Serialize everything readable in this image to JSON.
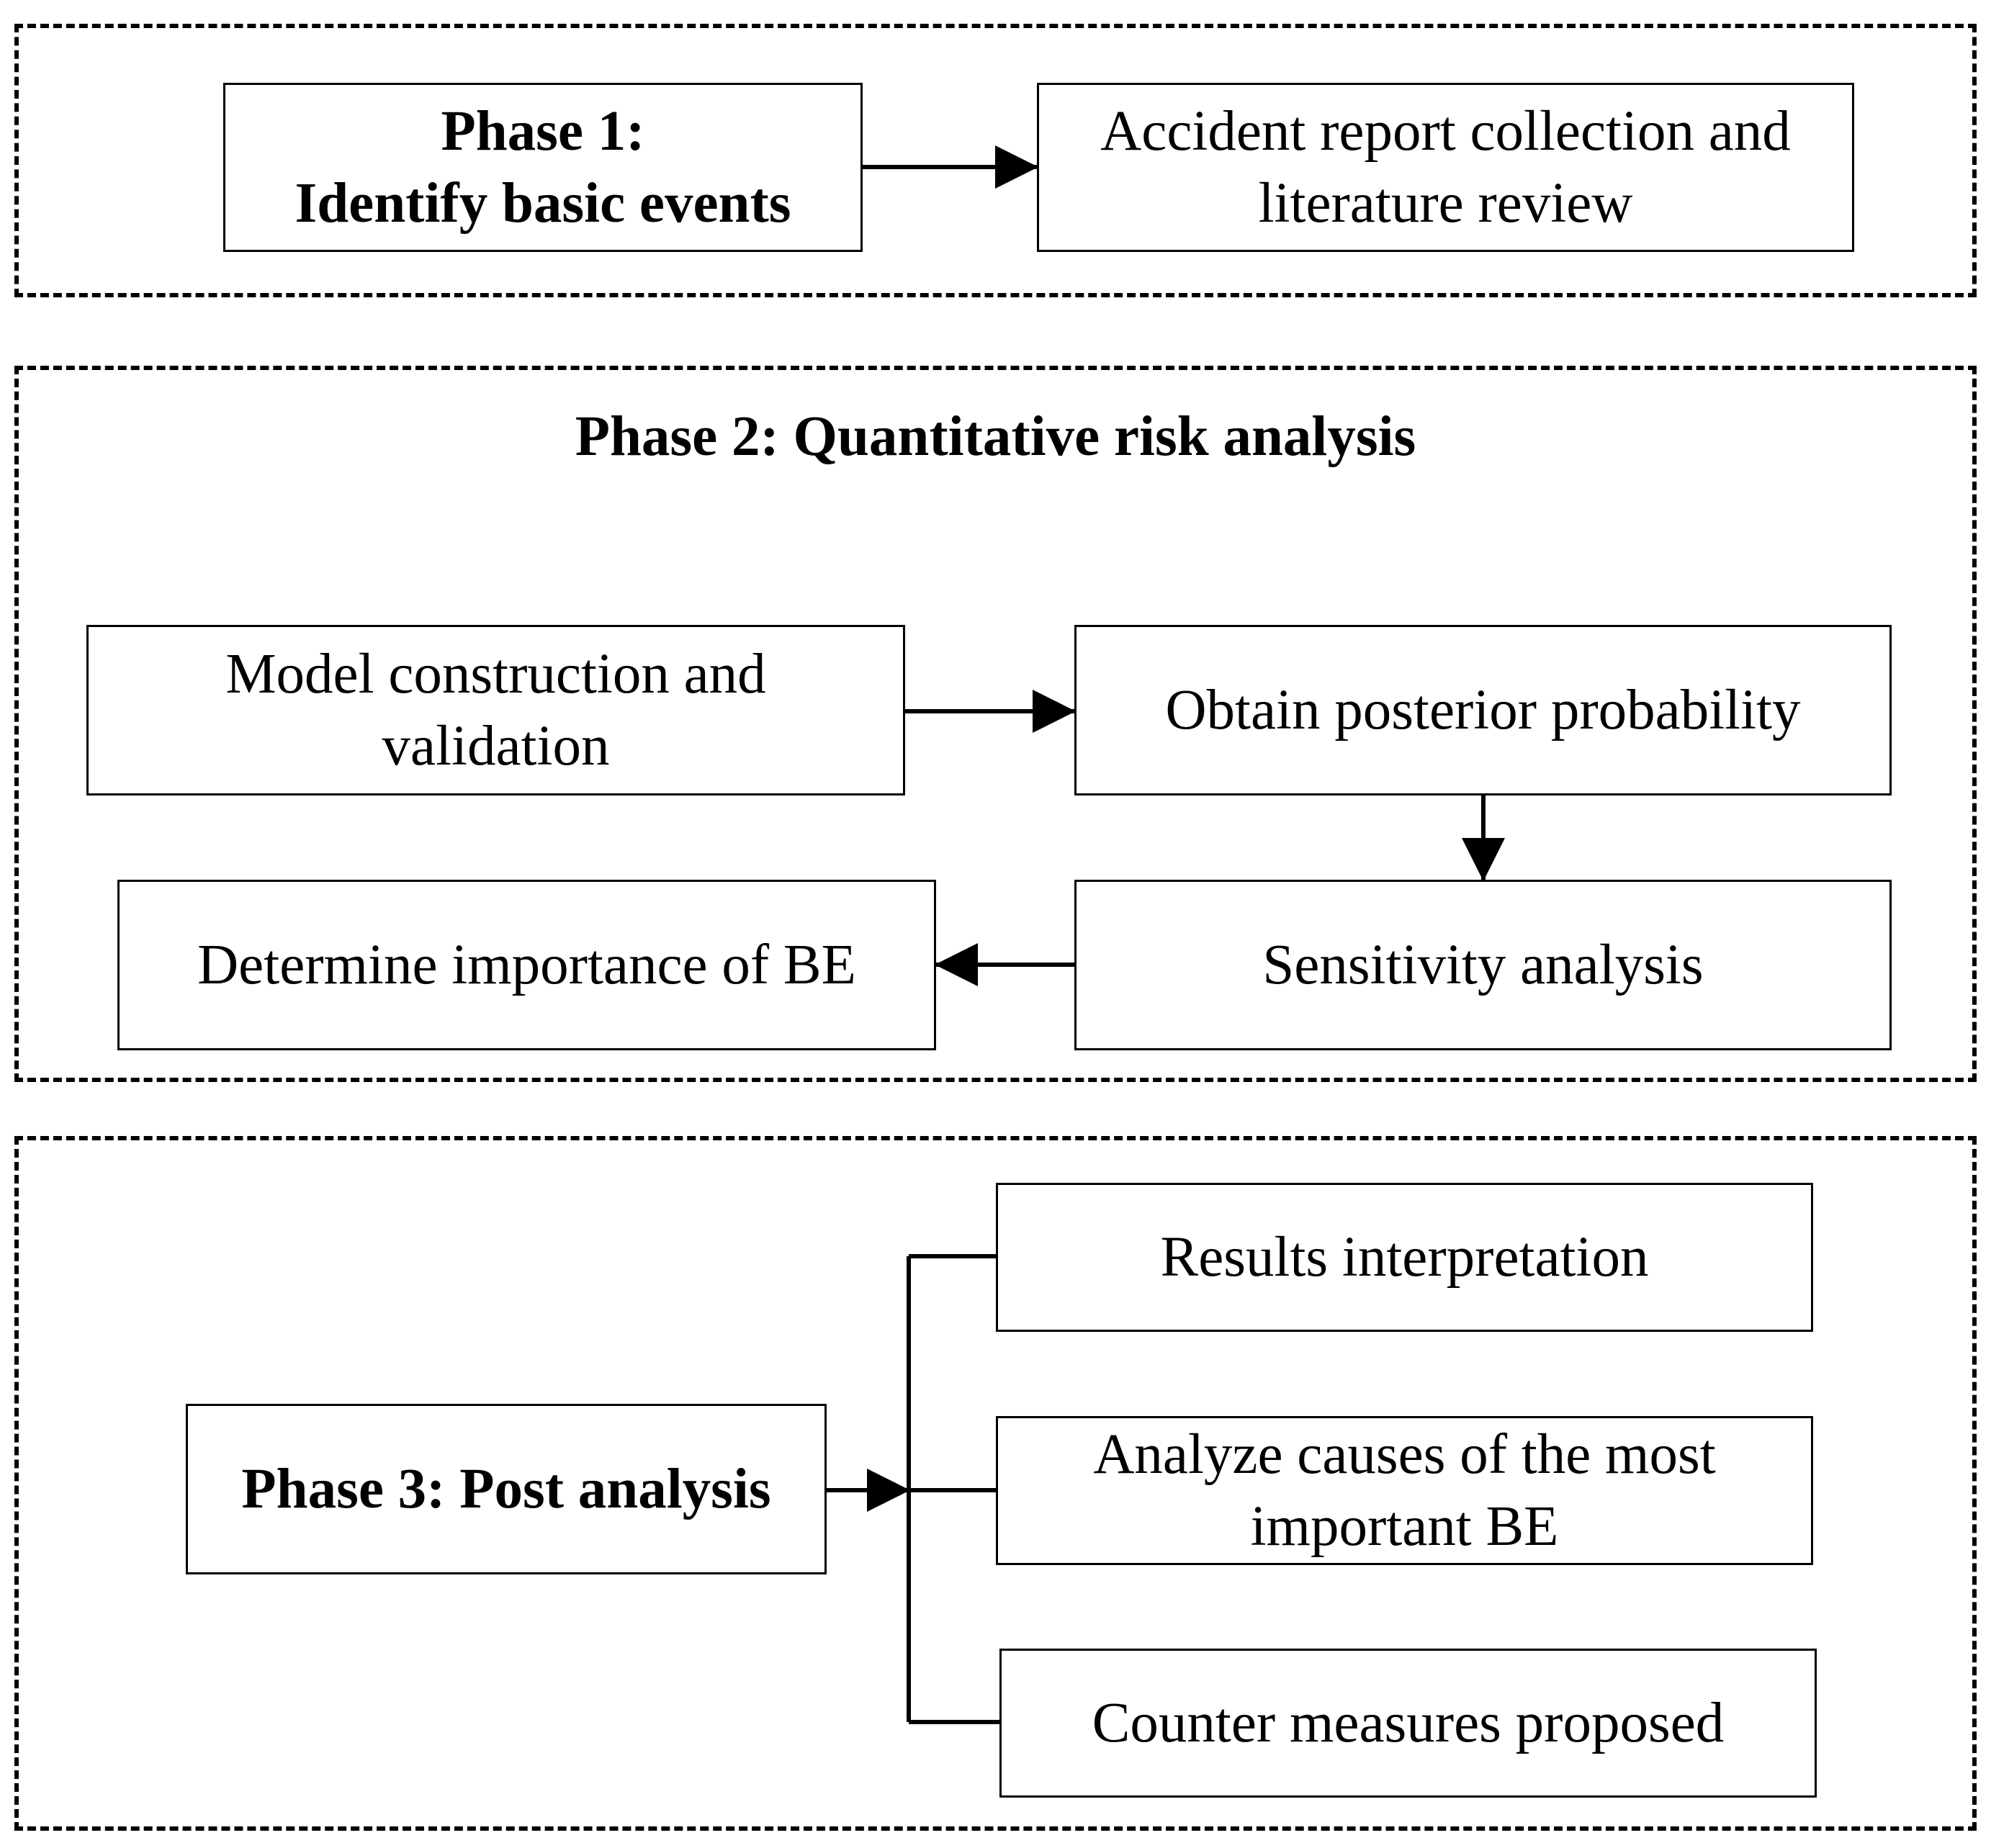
{
  "phase1": {
    "title_box": "Phase 1:\nIdentify basic events",
    "step": "Accident report collection and\nliterature review"
  },
  "phase2": {
    "title": "Phase 2: Quantitative risk analysis",
    "steps": [
      "Model construction and\nvalidation",
      "Obtain posterior probability",
      "Sensitivity analysis",
      "Determine  importance of BE"
    ]
  },
  "phase3": {
    "title_box": "Phase 3:  Post analysis",
    "outputs": [
      "Results interpretation",
      "Analyze causes of  the most\nimportant BE",
      "Counter measures  proposed"
    ]
  }
}
